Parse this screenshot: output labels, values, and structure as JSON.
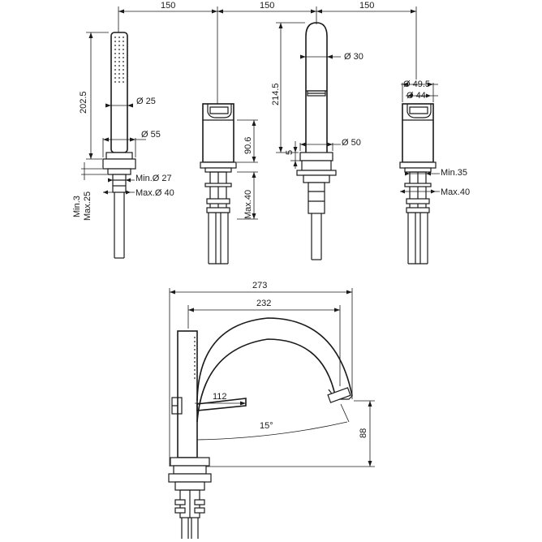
{
  "dimensions": {
    "spacing_1": "150",
    "spacing_2": "150",
    "spacing_3": "150",
    "shower_height": "202.5",
    "shower_diam": "Ø 25",
    "shower_base_diam": "Ø 55",
    "shower_min_hole": "Min.Ø 27",
    "shower_max_hole": "Max.Ø 40",
    "deck_min": "Min.3",
    "deck_max": "Max.25",
    "valve_height": "90.6",
    "valve_max": "Max.40",
    "spout_height": "214.5",
    "spout_diam": "Ø 30",
    "spout_base_diam": "Ø 50",
    "spout_offset": "5",
    "valve2_outer_diam": "Ø 49.5",
    "valve2_inner_diam": "Ø 44",
    "valve2_min": "Min.35",
    "valve2_max": "Max.40",
    "total_reach": "273",
    "spout_reach": "232",
    "handle_length": "112",
    "rotation_angle": "15°",
    "spout_clearance": "88"
  }
}
